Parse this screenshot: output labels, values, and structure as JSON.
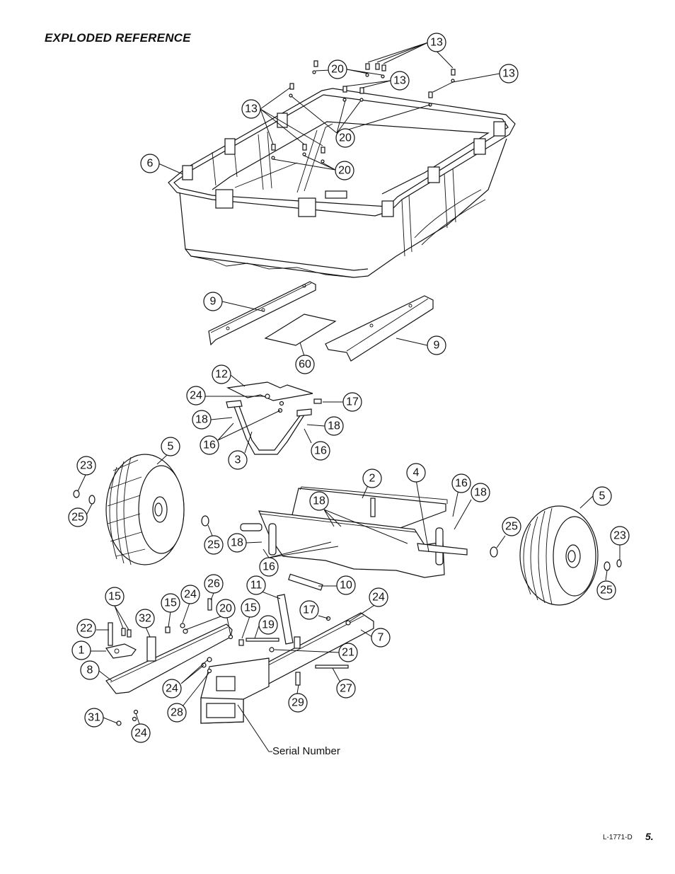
{
  "heading": "EXPLODED REFERENCE",
  "serial_label": "Serial Number",
  "footer": {
    "doc_code": "L-1771-D",
    "page_number": "5."
  },
  "callouts": {
    "c13a": "13",
    "c13b": "13",
    "c13c": "13",
    "c13d": "13",
    "c20a": "20",
    "c20b": "20",
    "c20c": "20",
    "c6": "6",
    "c9a": "9",
    "c9b": "9",
    "c60": "60",
    "c12": "12",
    "c24a": "24",
    "c17a": "17",
    "c18a": "18",
    "c18b": "18",
    "c16a": "16",
    "c16b": "16",
    "c3": "3",
    "c5a": "5",
    "c5b": "5",
    "c23a": "23",
    "c23b": "23",
    "c25a": "25",
    "c25b": "25",
    "c25c": "25",
    "c25d": "25",
    "c2": "2",
    "c4": "4",
    "c16c": "16",
    "c18c": "18",
    "c18d": "18",
    "c18e": "18",
    "c16d": "16",
    "c11": "11",
    "c10": "10",
    "c26": "26",
    "c15a": "15",
    "c15b": "15",
    "c15c": "15",
    "c24b": "24",
    "c20d": "20",
    "c17b": "17",
    "c24c": "24",
    "c22": "22",
    "c32": "32",
    "c19": "19",
    "c7": "7",
    "c1": "1",
    "c21": "21",
    "c8": "8",
    "c24d": "24",
    "c27": "27",
    "c28": "28",
    "c29": "29",
    "c31": "31",
    "c24e": "24"
  }
}
